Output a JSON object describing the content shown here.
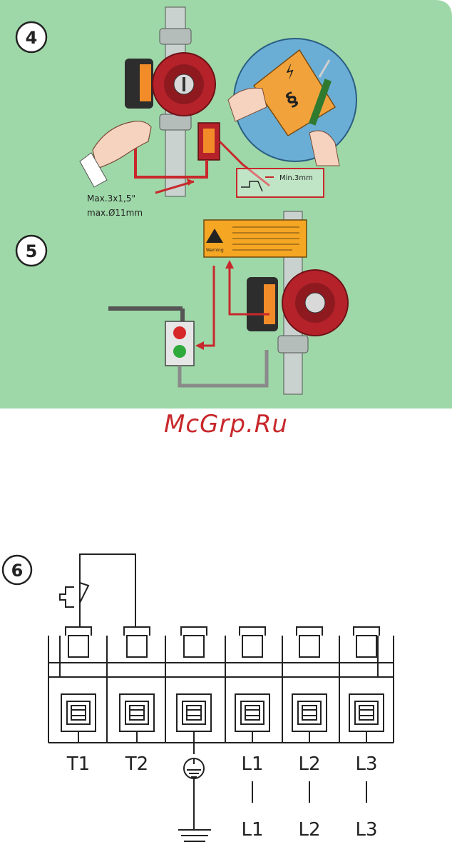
{
  "panel": {
    "background": "#9ed8a8",
    "steps": [
      {
        "number": "4"
      },
      {
        "number": "5"
      }
    ],
    "cable_spec": {
      "line1": "Max.3x1,5\"",
      "line2": "max.Ø11mm"
    },
    "clearance_label": "Min.3mm",
    "warning_label_title": "Warning"
  },
  "watermark": {
    "text": "McGrp.Ru",
    "color": "#c8282c"
  },
  "wiring": {
    "step_number": "6",
    "terminals": [
      {
        "label": "T1"
      },
      {
        "label": "T2"
      },
      {
        "label": "",
        "symbol": "protective-earth"
      },
      {
        "label": "L1"
      },
      {
        "label": "L2"
      },
      {
        "label": "L3"
      }
    ],
    "supply_lines": [
      {
        "label": "L1"
      },
      {
        "label": "L2"
      },
      {
        "label": "L3"
      }
    ]
  },
  "colors": {
    "accent_red": "#c8282c",
    "panel_green": "#9ed8a8",
    "label_orange": "#f5a623"
  }
}
